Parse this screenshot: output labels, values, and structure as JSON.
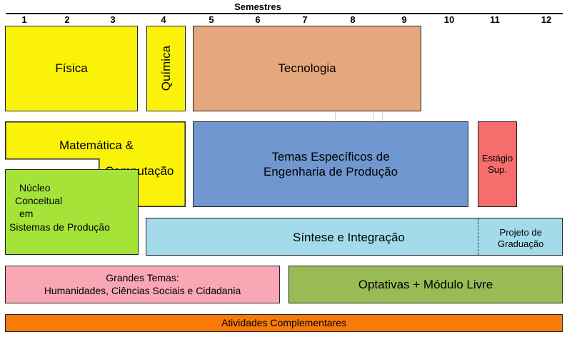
{
  "header": {
    "title": "Semestres",
    "semesters": [
      "1",
      "2",
      "3",
      "4",
      "5",
      "6",
      "7",
      "8",
      "9",
      "10",
      "11",
      "12"
    ]
  },
  "blocks": {
    "fisica": "Física",
    "quimica": "Química",
    "tecnologia": "Tecnologia",
    "matematica_line1": "Matemática &",
    "matematica_line2": "Computação",
    "temas_line1": "Temas Específicos de",
    "temas_line2": "Engenharia de Produção",
    "estagio_line1": "Estágio",
    "estagio_line2": "Sup.",
    "nucleo_line1": "Núcleo",
    "nucleo_line2": "Conceitual",
    "nucleo_line3": "em",
    "nucleo_line4": "Sistemas de Produção",
    "sintese": "Síntese e Integração",
    "projeto_line1": "Projeto de",
    "projeto_line2": "Graduação",
    "grandes_line1": "Grandes Temas:",
    "grandes_line2": "Humanidades, Ciências Sociais e Cidadania",
    "optativas": "Optativas + Módulo Livre",
    "atividades": "Atividades Complementares"
  },
  "colors": {
    "yellow": "#fbf20a",
    "tan": "#e5a87c",
    "blue": "#7097d0",
    "red": "#f66d6d",
    "green": "#a6e339",
    "lightblue": "#a3dbea",
    "pink": "#f9a6b5",
    "olive": "#98bb55",
    "orange": "#f87a0b"
  }
}
